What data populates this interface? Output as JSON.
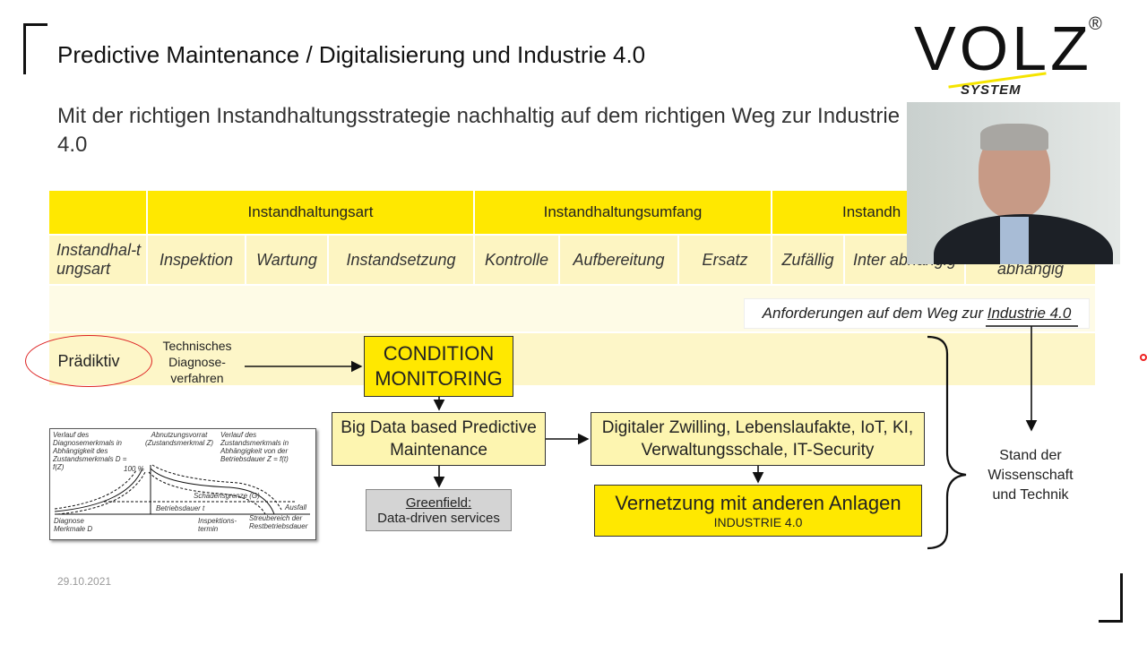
{
  "slide": {
    "title": "Predictive Maintenance / Digitalisierung  und Industrie 4.0",
    "subtitle": "Mit der richtigen Instandhaltungsstrategie nachhaltig auf dem richtigen Weg zur Industrie 4.0",
    "date": "29.10.2021"
  },
  "logo": {
    "text": "VOLZ",
    "sub": "SYSTEM",
    "registered": "®",
    "accent": "#f5e400"
  },
  "table": {
    "groups": [
      "Instandhaltungsart",
      "Instandhaltungsumfang",
      "Instandh"
    ],
    "row_header": "Instandhal-tungsart",
    "columns": [
      "Inspektion",
      "Wartung",
      "Instandsetzung",
      "Kontrolle",
      "Aufbereitung",
      "Ersatz",
      "Zufällig",
      "Inter abhängig",
      "abhängig"
    ],
    "row_label": "Prädiktiv",
    "row_method": "Technisches Diagnose-verfahren",
    "colors": {
      "header": "#ffe800",
      "sub": "#fdf5c2"
    }
  },
  "diagram": {
    "condition_monitoring": "CONDITION MONITORING",
    "big_data": "Big Data based Predictive Maintenance",
    "greenfield_title": "Greenfield:",
    "greenfield_text": "Data-driven services",
    "digital": "Digitaler Zwilling, Lebenslaufakte, IoT, KI, Verwaltungsschale, IT-Security",
    "vernetzung": "Vernetzung mit anderen Anlagen",
    "industrie": "INDUSTRIE 4.0",
    "requirements_prefix": "Anforderungen auf dem Weg zur ",
    "requirements_link": "Industrie 4.0",
    "stand": "Stand der Wissenschaft und Technik"
  },
  "figure": {
    "labels": [
      "Verlauf des Diagnosemerkmals in Abhängigkeit des Zustandsmerkmals D = f(Z)",
      "Abnutzungsvorrat (Zustandsmerkmal Z)",
      "Verlauf des Zustandsmerkmals in Abhängigkeit von der Betriebsdauer Z = f(t)",
      "100 %",
      "Schadensgrenze (G)",
      "Betriebsdauer t",
      "Diagnose Merkmale D",
      "Inspektions-termin",
      "Ausfall",
      "Streubereich der Restbetriebsdauer"
    ]
  }
}
